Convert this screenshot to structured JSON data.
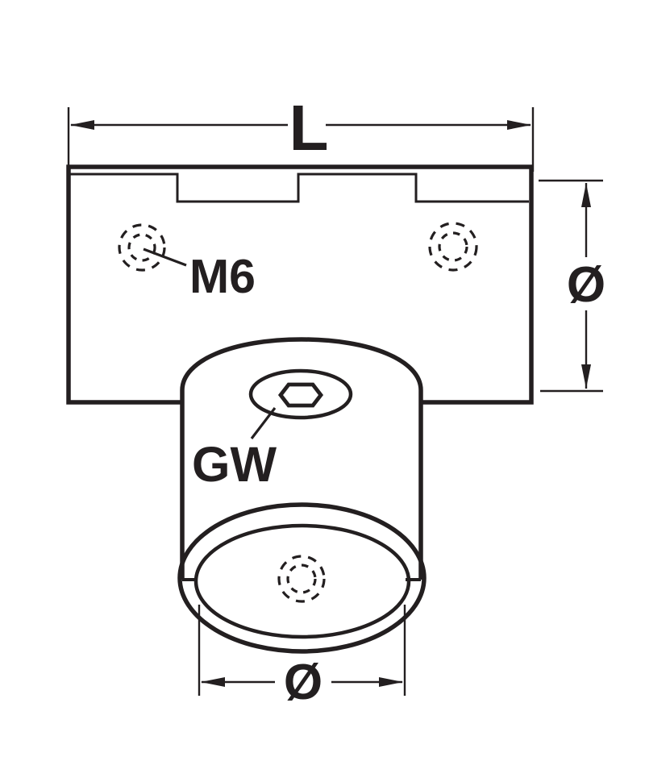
{
  "page": {
    "background": "#ffffff"
  },
  "drawing": {
    "description": "technical-dimension-drawing",
    "line_color": "#231f20",
    "labels": {
      "length": "L",
      "hole_thread": "M6",
      "socket_thread": "GW",
      "tube_diameter": "Ø",
      "bore_diameter": "Ø"
    }
  }
}
